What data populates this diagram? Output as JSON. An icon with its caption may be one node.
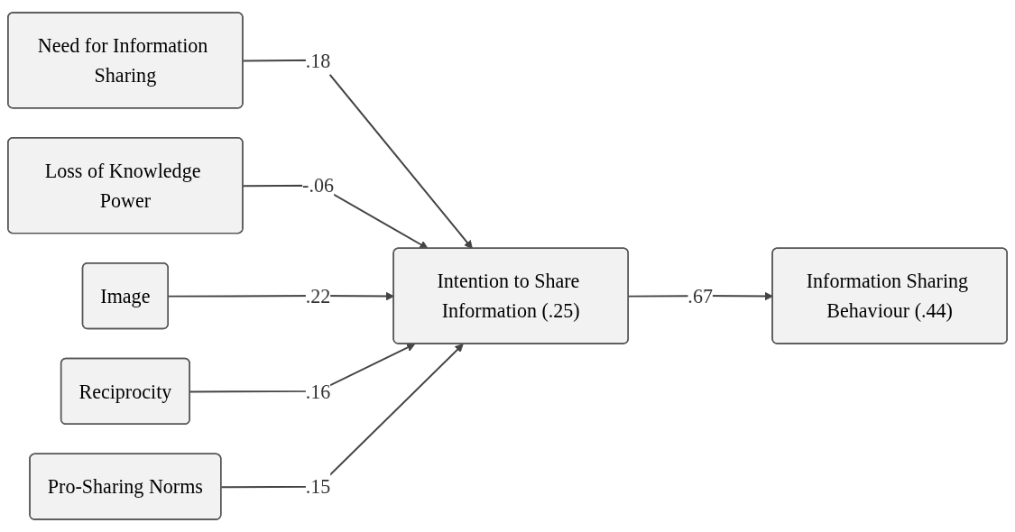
{
  "diagram": {
    "nodes": [
      {
        "text": [
          "Need for Information Sharing"
        ]
      },
      {
        "text": [
          "Loss of Knowledge Power"
        ]
      },
      {
        "text": [
          "Image"
        ]
      },
      {
        "text": [
          "Reciprocity"
        ]
      },
      {
        "text": [
          "Pro-Sharing Norms"
        ]
      },
      {
        "text": [
          "Intention to Share Information (.25)"
        ]
      },
      {
        "text": [
          "Information Sharing Behaviour (.44)"
        ]
      }
    ],
    "edges": [
      {
        "from": 0,
        "to": 5,
        "arrow": "to",
        "label": ".18"
      },
      {
        "from": 1,
        "to": 5,
        "arrow": "to",
        "label": "-.06"
      },
      {
        "from": 2,
        "to": 5,
        "arrow": "to",
        "label": ".22"
      },
      {
        "from": 3,
        "to": 5,
        "arrow": "to",
        "label": ".16"
      },
      {
        "from": 4,
        "to": 5,
        "arrow": "to",
        "label": ".15"
      },
      {
        "from": 5,
        "to": 6,
        "arrow": "to",
        "label": ".67"
      }
    ]
  }
}
